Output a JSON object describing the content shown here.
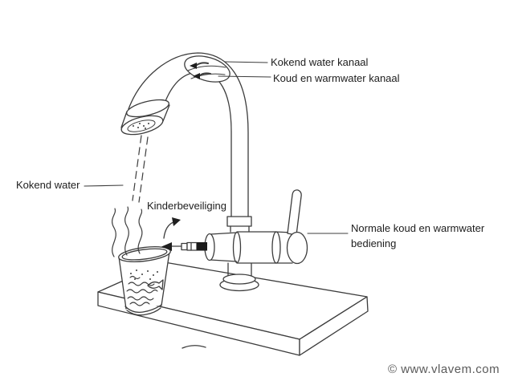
{
  "diagram": {
    "background": "#ffffff",
    "line_color": "#3c3c3c",
    "text_color": "#1d1d1d",
    "labels": {
      "boiling_channel": "Kokend water kanaal",
      "mix_channel": "Koud en warmwater kanaal",
      "boiling_water": "Kokend water",
      "child_lock": "Kinderbeveiliging",
      "normal_control": "Normale koud en warmwater bediening"
    },
    "credit": {
      "text": "© www.vlavem.com",
      "color": "#5a5a5a"
    }
  }
}
